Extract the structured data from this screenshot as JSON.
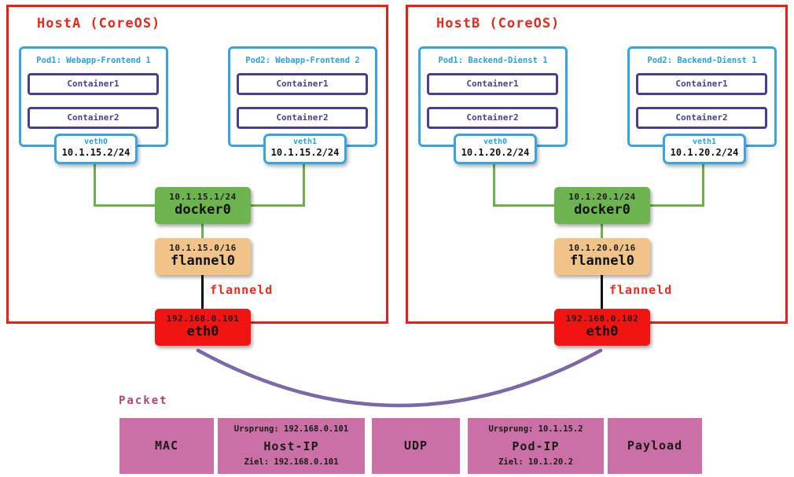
{
  "hosts": [
    {
      "title": "HostA (CoreOS)",
      "pods": [
        {
          "title": "Pod1: Webapp-Frontend 1",
          "containers": [
            "Container1",
            "Container2"
          ],
          "veth": {
            "name": "veth0",
            "ip": "10.1.15.2/24"
          }
        },
        {
          "title": "Pod2: Webapp-Frontend 2",
          "containers": [
            "Container1",
            "Container2"
          ],
          "veth": {
            "name": "veth1",
            "ip": "10.1.15.2/24"
          }
        }
      ],
      "docker0": {
        "ip": "10.1.15.1/24",
        "name": "docker0"
      },
      "flannel0": {
        "ip": "10.1.15.0/16",
        "name": "flannel0"
      },
      "flanneld_label": "flanneld",
      "eth0": {
        "ip": "192.168.0.101",
        "name": "eth0"
      }
    },
    {
      "title": "HostB (CoreOS)",
      "pods": [
        {
          "title": "Pod1: Backend-Dienst 1",
          "containers": [
            "Container1",
            "Container2"
          ],
          "veth": {
            "name": "veth0",
            "ip": "10.1.20.2/24"
          }
        },
        {
          "title": "Pod2: Backend-Dienst 1",
          "containers": [
            "Container1",
            "Container2"
          ],
          "veth": {
            "name": "veth1",
            "ip": "10.1.20.2/24"
          }
        }
      ],
      "docker0": {
        "ip": "10.1.20.1/24",
        "name": "docker0"
      },
      "flannel0": {
        "ip": "10.1.20.0/16",
        "name": "flannel0"
      },
      "flanneld_label": "flanneld",
      "eth0": {
        "ip": "192.168.0.102",
        "name": "eth0"
      }
    }
  ],
  "packet": {
    "label": "Packet",
    "segments": [
      {
        "title": "MAC"
      },
      {
        "title": "Host-IP",
        "top": "Ursprung: 192.168.0.101",
        "bottom": "Ziel: 192.168.0.101"
      },
      {
        "title": "UDP"
      },
      {
        "title": "Pod-IP",
        "top": "Ursprung: 10.1.15.2",
        "bottom": "Ziel: 10.1.20.2"
      },
      {
        "title": "Payload"
      }
    ]
  },
  "colors": {
    "host_border": "#ed1d17",
    "host_title": "#e42a1d",
    "pod_border": "#38a5de",
    "pod_text": "#2d9fdb",
    "container_border": "#4a3e90",
    "docker0_fill": "#6db350",
    "flannel0_fill": "#f0c489",
    "eth0_fill": "#f21411",
    "green_line": "#6ab04c",
    "black_line": "#111111",
    "flanneld_text": "#ed2b1e",
    "packet_label": "#b2427c",
    "packet_fill": "#ca70a6",
    "curve": "#7b68a6"
  }
}
